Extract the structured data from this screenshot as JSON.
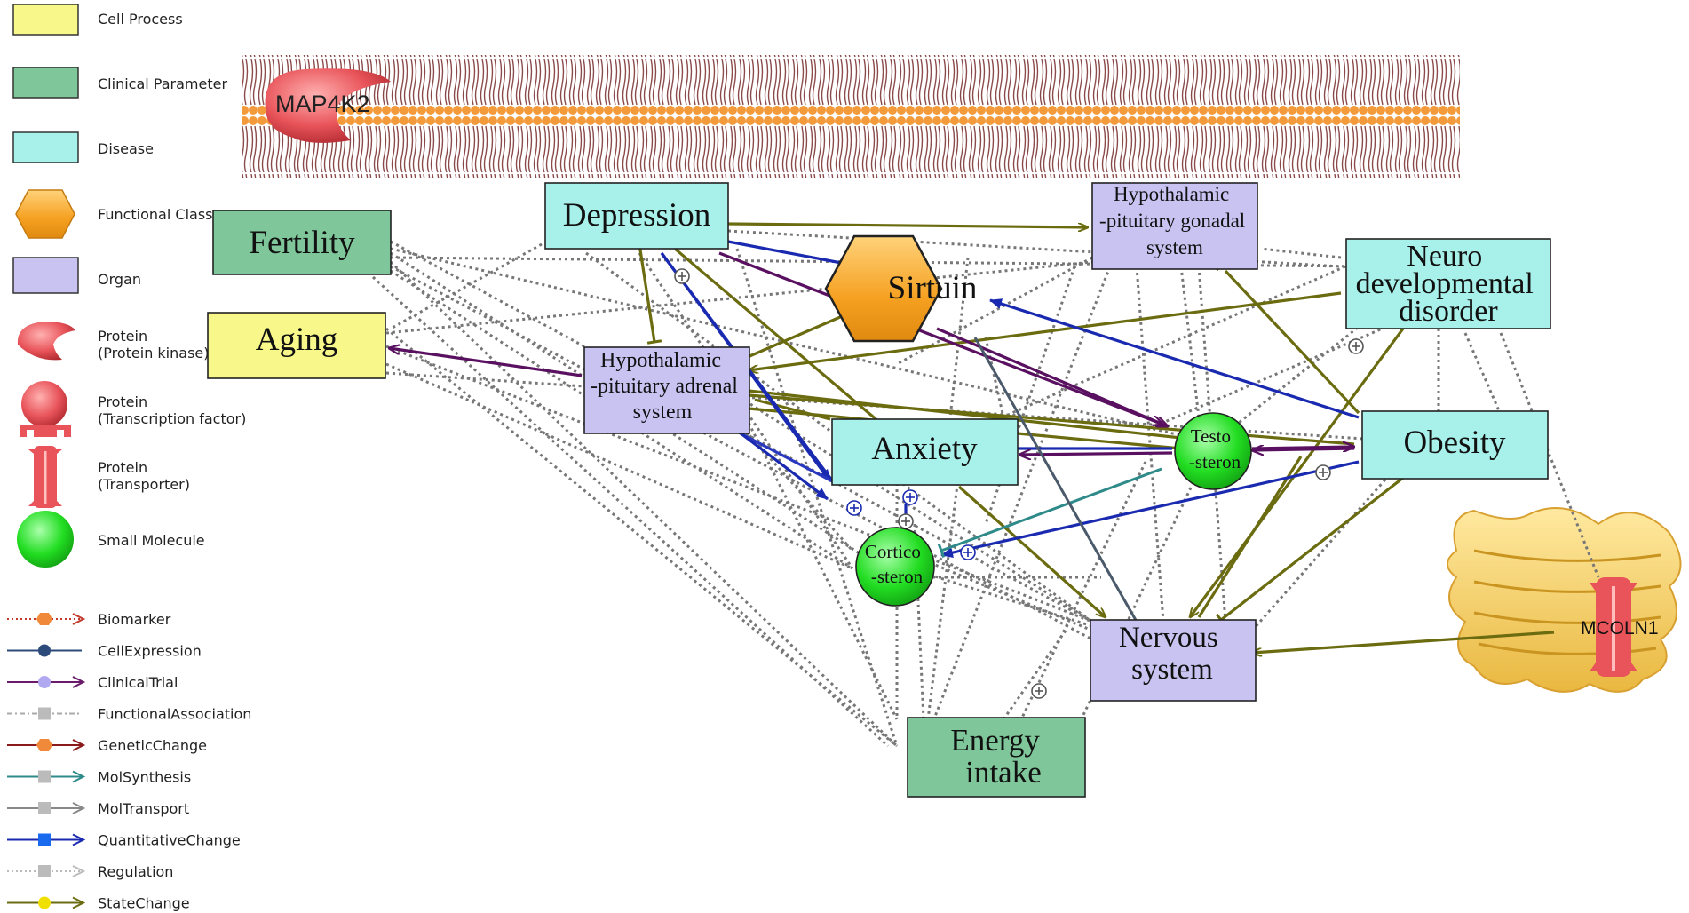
{
  "legend": {
    "nodes": [
      {
        "id": "cell-process",
        "label": "Cell Process",
        "color": "#f7f78a"
      },
      {
        "id": "clinical-parameter",
        "label": "Clinical Parameter",
        "color": "#7fc79a"
      },
      {
        "id": "disease",
        "label": "Disease",
        "color": "#a8f0ea"
      },
      {
        "id": "functional-class",
        "label": "Functional Class",
        "color": "#f5a623"
      },
      {
        "id": "organ",
        "label": "Organ",
        "color": "#c9c3f2"
      },
      {
        "id": "protein-kinase",
        "label": "Protein\n(Protein kinase)",
        "color": "#e8545a"
      },
      {
        "id": "protein-tf",
        "label": "Protein\n(Transcription factor)",
        "color": "#e8545a"
      },
      {
        "id": "protein-transporter",
        "label": "Protein\n(Transporter)",
        "color": "#e8545a"
      },
      {
        "id": "small-molecule",
        "label": "Small Molecule",
        "color": "#2ee02e"
      }
    ],
    "edges": [
      {
        "id": "biomarker",
        "label": "Biomarker",
        "color": "#c0392b",
        "style": "dotted"
      },
      {
        "id": "cell-expression",
        "label": "CellExpression",
        "color": "#2c4a7a",
        "style": "solid"
      },
      {
        "id": "clinical-trial",
        "label": "ClinicalTrial",
        "color": "#6a1b6a",
        "style": "solid"
      },
      {
        "id": "functional-association",
        "label": "FunctionalAssociation",
        "color": "#aaaaaa",
        "style": "dashed"
      },
      {
        "id": "genetic-change",
        "label": "GeneticChange",
        "color": "#8b1a1a",
        "style": "solid"
      },
      {
        "id": "mol-synthesis",
        "label": "MolSynthesis",
        "color": "#2f8a8a",
        "style": "solid"
      },
      {
        "id": "mol-transport",
        "label": "MolTransport",
        "color": "#888888",
        "style": "solid"
      },
      {
        "id": "quantitative-change",
        "label": "QuantitativeChange",
        "color": "#1a2ab0",
        "style": "solid"
      },
      {
        "id": "regulation",
        "label": "Regulation",
        "color": "#bbbbbb",
        "style": "dotted"
      },
      {
        "id": "state-change",
        "label": "StateChange",
        "color": "#6b6b10",
        "style": "solid"
      }
    ]
  },
  "membrane_protein": "MAP4K2",
  "transporter_protein": "MCOLN1",
  "nodes": {
    "fertility": "Fertility",
    "aging": "Aging",
    "depression": "Depression",
    "sirtuin": "Sirtuin",
    "hpg": [
      "Hypothalamic",
      "-pituitary gonadal",
      "system"
    ],
    "neuro": [
      "Neuro",
      "developmental",
      "disorder"
    ],
    "hpa": [
      "Hypothalamic",
      "-pituitary adrenal",
      "system"
    ],
    "anxiety": "Anxiety",
    "testosteron": [
      "Testo",
      "-steron"
    ],
    "obesity": "Obesity",
    "corticosteron": [
      "Cortico",
      "-steron"
    ],
    "nervous": [
      "Nervous",
      "system"
    ],
    "energy": [
      "Energy",
      "intake"
    ]
  },
  "colors": {
    "cell_process": "#f7f78a",
    "clinical": "#7fc79a",
    "disease": "#a8f0ea",
    "organ": "#c9c3f2",
    "small_molecule": "#22dd22",
    "functional_class": "#f5a020",
    "state_change": "#6b6b10",
    "quant_change": "#1a2ab0",
    "clinical_trial": "#5a1060",
    "mol_synthesis": "#2f8a8a",
    "regulation": "#777777",
    "grey_blue": "#4a5a6a"
  }
}
